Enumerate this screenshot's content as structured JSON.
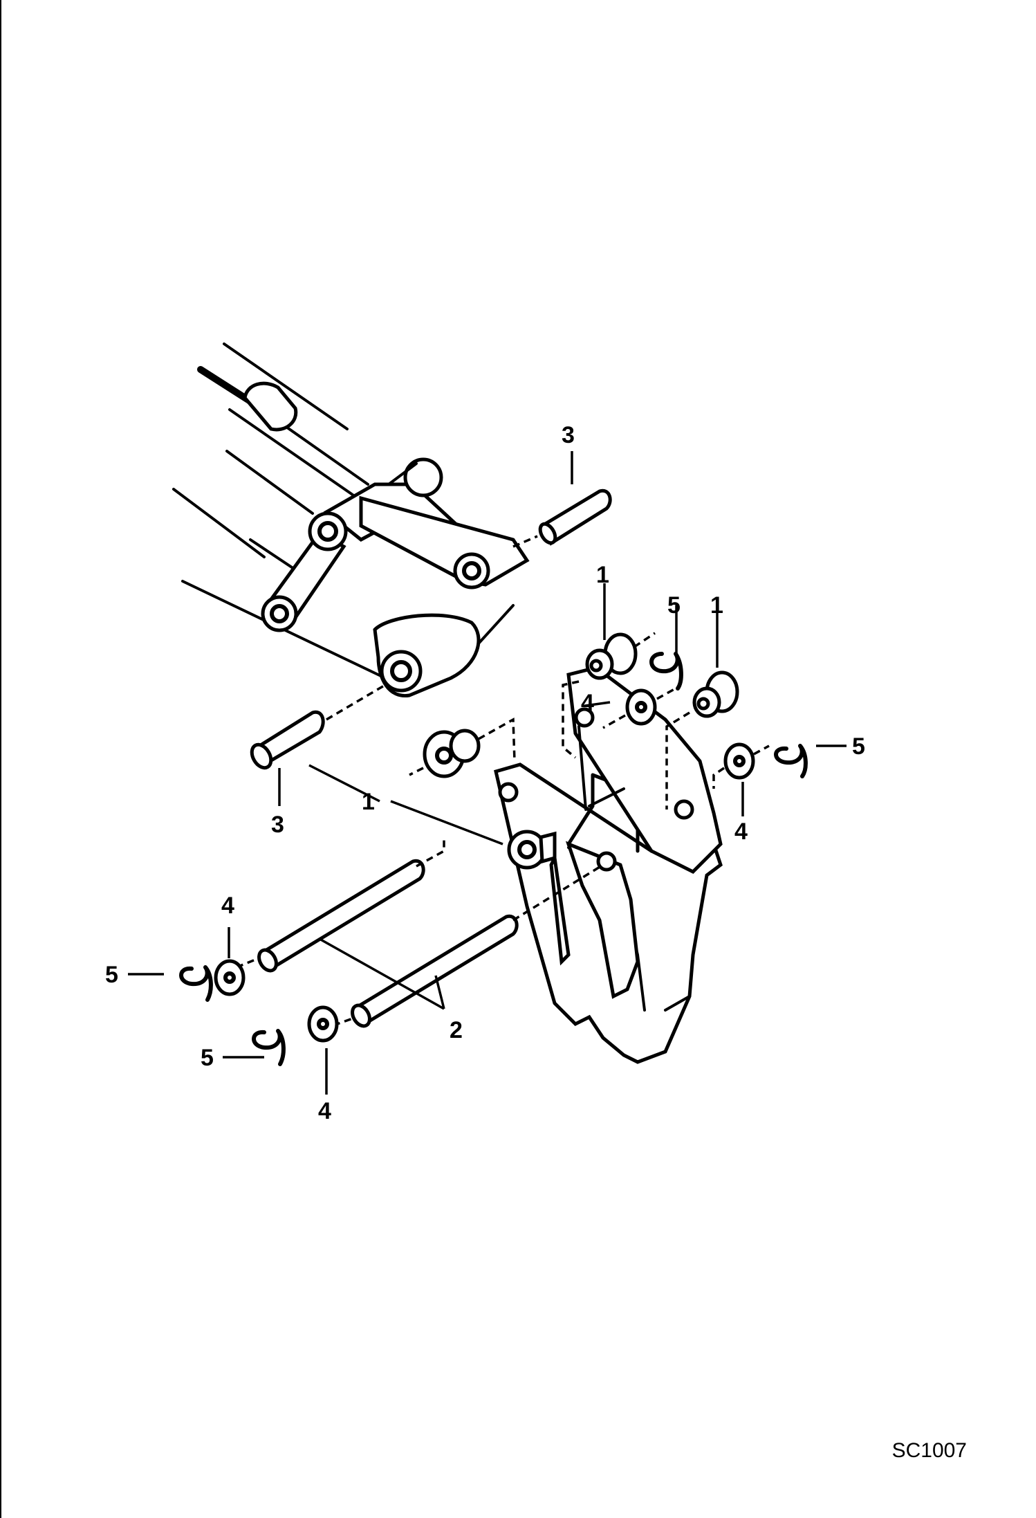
{
  "drawing_code": "SC1007",
  "callouts": {
    "c1a": "1",
    "c1b": "1",
    "c1c": "1",
    "c2": "2",
    "c3a": "3",
    "c3b": "3",
    "c4a": "4",
    "c4b": "4",
    "c4c": "4",
    "c4d": "4",
    "c5a": "5",
    "c5b": "5",
    "c5c": "5",
    "c5d": "5"
  },
  "colors": {
    "ink": "#000000",
    "paper": "#ffffff"
  }
}
